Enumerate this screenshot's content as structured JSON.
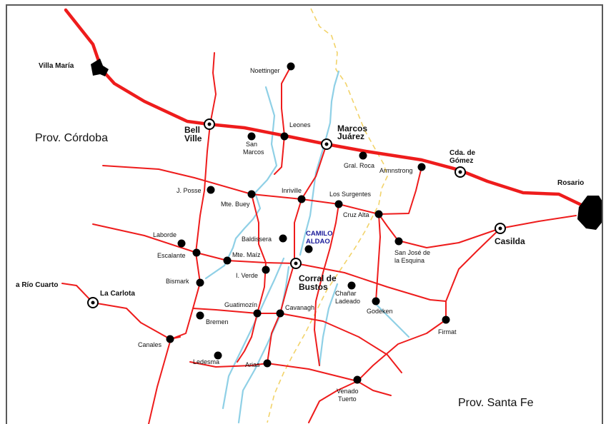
{
  "map": {
    "provinces": {
      "cordoba": "Prov. Córdoba",
      "santa_fe": "Prov. Santa Fe"
    },
    "cities": {
      "villa_maria": "Villa María",
      "bell": "Bell",
      "ville": "Ville",
      "marcos": "Marcos",
      "juarez": "Juárez",
      "cda_de": "Cda. de",
      "gomez": "Gómez",
      "rosario": "Rosario",
      "casilda": "Casilda",
      "la_carlota": "La Carlota",
      "a_rio_cuarto": "a Río Cuarto",
      "corral_de": "Corral de",
      "bustos": "Bustos"
    },
    "highlight": {
      "line1": "CAMILO",
      "line2": "ALDAO",
      "color": "#1a1a9a"
    },
    "towns": {
      "noettinger": "Noettinger",
      "leones": "Leones",
      "san": "San",
      "marcos_sm": "Marcos",
      "gral_roca": "Gral. Roca",
      "armnstrong": "Armnstrong",
      "j_posse": "J. Posse",
      "mte_buey": "Mte. Buey",
      "inriville": "Inriville",
      "los_surgentes": "Los Surgentes",
      "cruz_alta": "Cruz Alta",
      "laborde": "Laborde",
      "baldissera": "Baldissera",
      "escalante": "Escalante",
      "mte_maiz": "Mte. Maíz",
      "san_jose_1": "San José de",
      "san_jose_2": "la Esquina",
      "bismark": "Bismark",
      "i_verde": "I. Verde",
      "chanar": "Chañar",
      "ladeado": "Ladeado",
      "guatimozin": "Guatimozín",
      "cavanagh": "Cavanagh",
      "godeken": "Godeken",
      "bremen": "Bremen",
      "firmat": "Firmat",
      "canales": "Canales",
      "ledesma": "Ledesma",
      "arias": "Arias",
      "venado": "Venado",
      "tuerto": "Tuerto"
    },
    "colors": {
      "road": "#ee1c1c",
      "river": "#8fd0e6",
      "border": "#f2d36a",
      "town_dot": "#000000",
      "frame": "#5a5a5a"
    },
    "icons": {
      "town": "filled-circle",
      "city": "target-circle",
      "large_city": "black-polygon"
    }
  }
}
